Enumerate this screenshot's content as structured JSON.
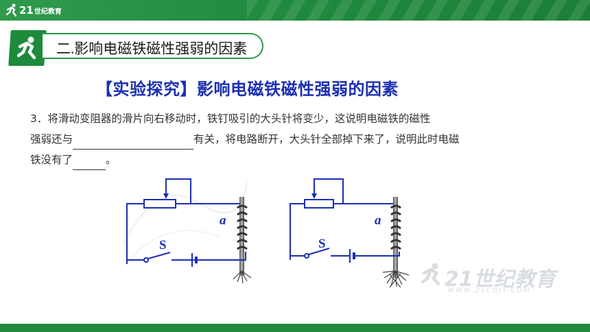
{
  "header": {
    "logo_number": "21",
    "logo_text": "世纪教育"
  },
  "section": {
    "title": "二.影响电磁铁磁性强弱的因素"
  },
  "heading": "【实验探究】影响电磁铁磁性强弱的因素",
  "question": {
    "line1": "3．将滑动变阻器的滑片向右移动时，铁钉吸引的大头针将变少，这说明电磁铁的磁性",
    "line2_before": "强弱还与",
    "line2_after": "有关，将电路断开，大头针全部掉下来了，说明此时电磁",
    "line3_before": "铁没有了",
    "line3_after": "。"
  },
  "figures": [
    {
      "coil_label": "a",
      "switch_label": "S"
    },
    {
      "coil_label": "a",
      "switch_label": "S"
    }
  ],
  "watermark": {
    "text": "21世纪教育",
    "url": "WWW.21CNJY.COM"
  },
  "colors": {
    "brand_green": "#1d8a3c",
    "heading_blue": "#1b2fb2",
    "wire_blue": "#1b2fb2"
  }
}
